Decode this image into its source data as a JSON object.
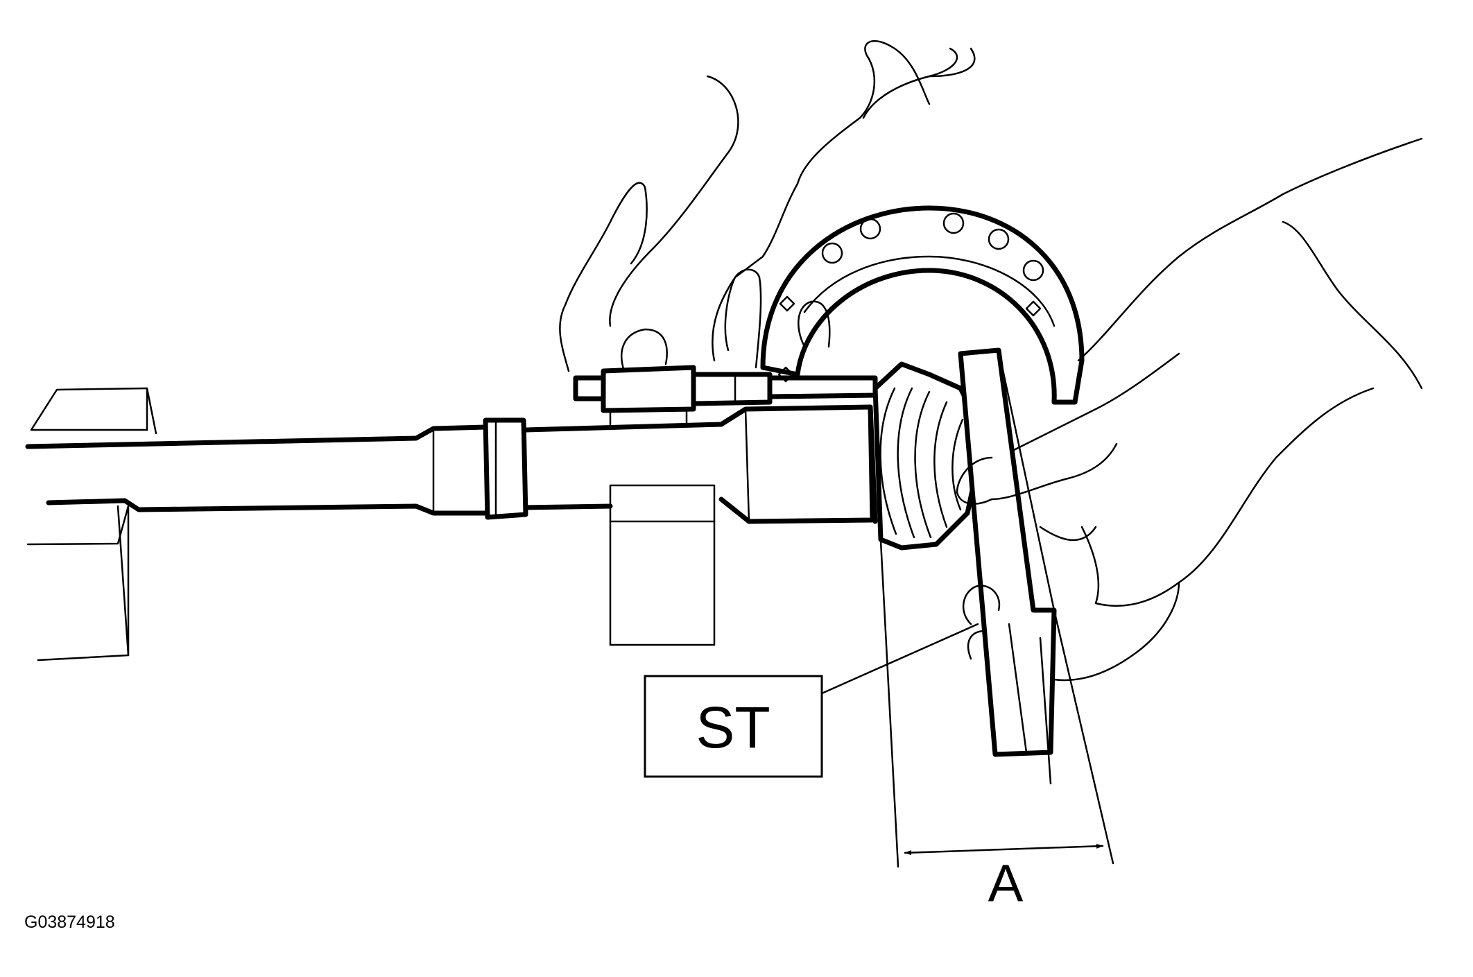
{
  "figure": {
    "callout_label": "ST",
    "dimension_label": "A",
    "figure_code": "G03874918"
  },
  "colors": {
    "line": "#000000",
    "background": "#ffffff"
  }
}
